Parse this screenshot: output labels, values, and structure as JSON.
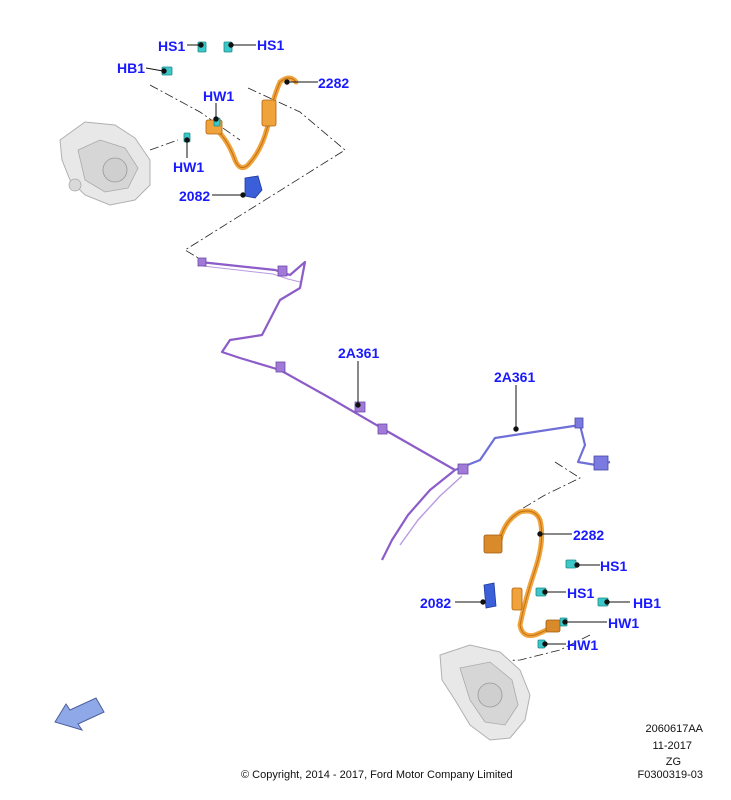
{
  "callouts": {
    "hs1_top_left": "HS1",
    "hs1_top_right": "HS1",
    "hb1_top": "HB1",
    "p2282_top": "2282",
    "hw1_top_upper": "HW1",
    "hw1_top_lower": "HW1",
    "p2082_top": "2082",
    "p2a361_left": "2A361",
    "p2a361_right": "2A361",
    "p2282_bottom": "2282",
    "hs1_bottom_upper": "HS1",
    "hs1_bottom_lower": "HS1",
    "p2082_bottom": "2082",
    "hb1_bottom": "HB1",
    "hw1_bottom_upper": "HW1",
    "hw1_bottom_lower": "HW1"
  },
  "footer": {
    "code": "2060617AA",
    "date": "11-2017",
    "zg": "ZG",
    "copyright": "© Copyright, 2014 - 2017, Ford Motor Company Limited",
    "figure_id": "F0300319-03"
  },
  "colors": {
    "callout_text": "#1a1aff",
    "hose": "#f0a33a",
    "brake_line": "#8c5cc8",
    "bracket": "#3a5fd9",
    "bolt": "#3cc8c8",
    "caliper": "#e6e6e6",
    "direction_arrow": "#8fa8e8"
  },
  "icons": {
    "direction": "direction-arrow-icon"
  }
}
